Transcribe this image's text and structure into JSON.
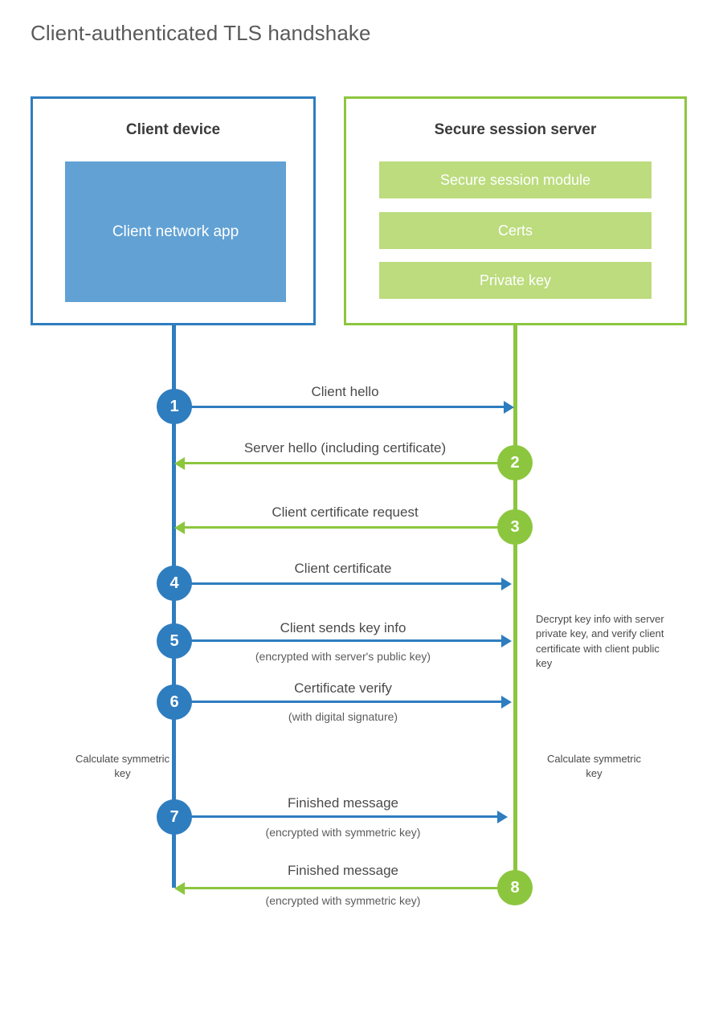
{
  "title": "Client-authenticated TLS handshake",
  "colors": {
    "blue": "#2E7DBF",
    "blue_fill": "#61A1D4",
    "green": "#8CC63E",
    "green_fill": "#BCDC7E",
    "text": "#4a4a4a",
    "background": "#ffffff"
  },
  "client": {
    "title": "Client device",
    "app_label": "Client network app"
  },
  "server": {
    "title": "Secure session server",
    "components": [
      "Secure session module",
      "Certs",
      "Private key"
    ]
  },
  "steps": [
    {
      "number": "1",
      "label": "Client hello",
      "sublabel": "",
      "direction": "client-to-server",
      "color": "blue"
    },
    {
      "number": "2",
      "label": "Server hello (including certificate)",
      "sublabel": "",
      "direction": "server-to-client",
      "color": "green"
    },
    {
      "number": "3",
      "label": "Client certificate request",
      "sublabel": "",
      "direction": "server-to-client",
      "color": "green"
    },
    {
      "number": "4",
      "label": "Client certificate",
      "sublabel": "",
      "direction": "client-to-server",
      "color": "blue"
    },
    {
      "number": "5",
      "label": "Client sends key info",
      "sublabel": "(encrypted with server's public key)",
      "direction": "client-to-server",
      "color": "blue"
    },
    {
      "number": "6",
      "label": "Certificate verify",
      "sublabel": "(with digital signature)",
      "direction": "client-to-server",
      "color": "blue"
    },
    {
      "number": "7",
      "label": "Finished message",
      "sublabel": "(encrypted with symmetric key)",
      "direction": "client-to-server",
      "color": "blue"
    },
    {
      "number": "8",
      "label": "Finished message",
      "sublabel": "(encrypted with symmetric key)",
      "direction": "server-to-client",
      "color": "green"
    }
  ],
  "notes": {
    "server_decrypt": "Decrypt key info with server private key, and verify client certificate with client public key",
    "client_calculate": "Calculate symmetric key",
    "server_calculate": "Calculate symmetric key"
  }
}
